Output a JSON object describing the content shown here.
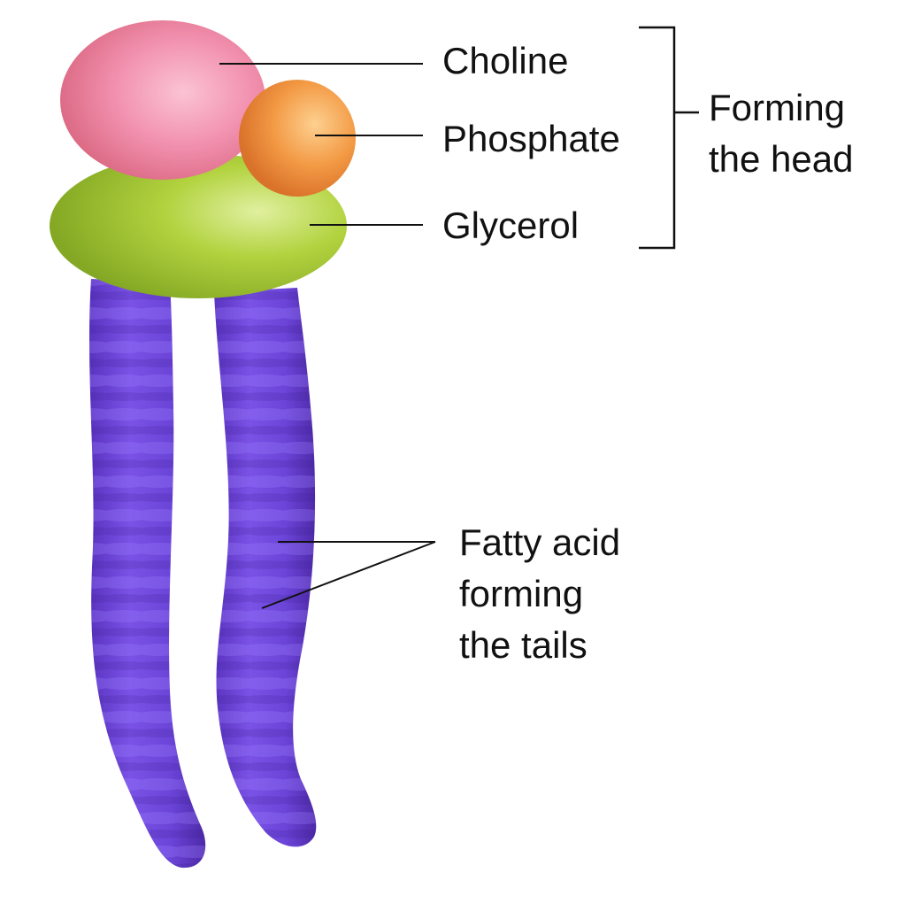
{
  "diagram": {
    "title": "Phospholipid structure",
    "components": [
      {
        "id": "choline",
        "label": "Choline",
        "color": "#f08aab"
      },
      {
        "id": "phosphate",
        "label": "Phosphate",
        "color": "#f0943a"
      },
      {
        "id": "glycerol",
        "label": "Glycerol",
        "color": "#a8c83a"
      }
    ],
    "head_group": {
      "lines": [
        "Forming",
        "the head"
      ]
    },
    "tails": {
      "lines": [
        "Fatty acid",
        "forming",
        "the tails"
      ],
      "color": "#6a3fd0",
      "count": 2
    }
  }
}
